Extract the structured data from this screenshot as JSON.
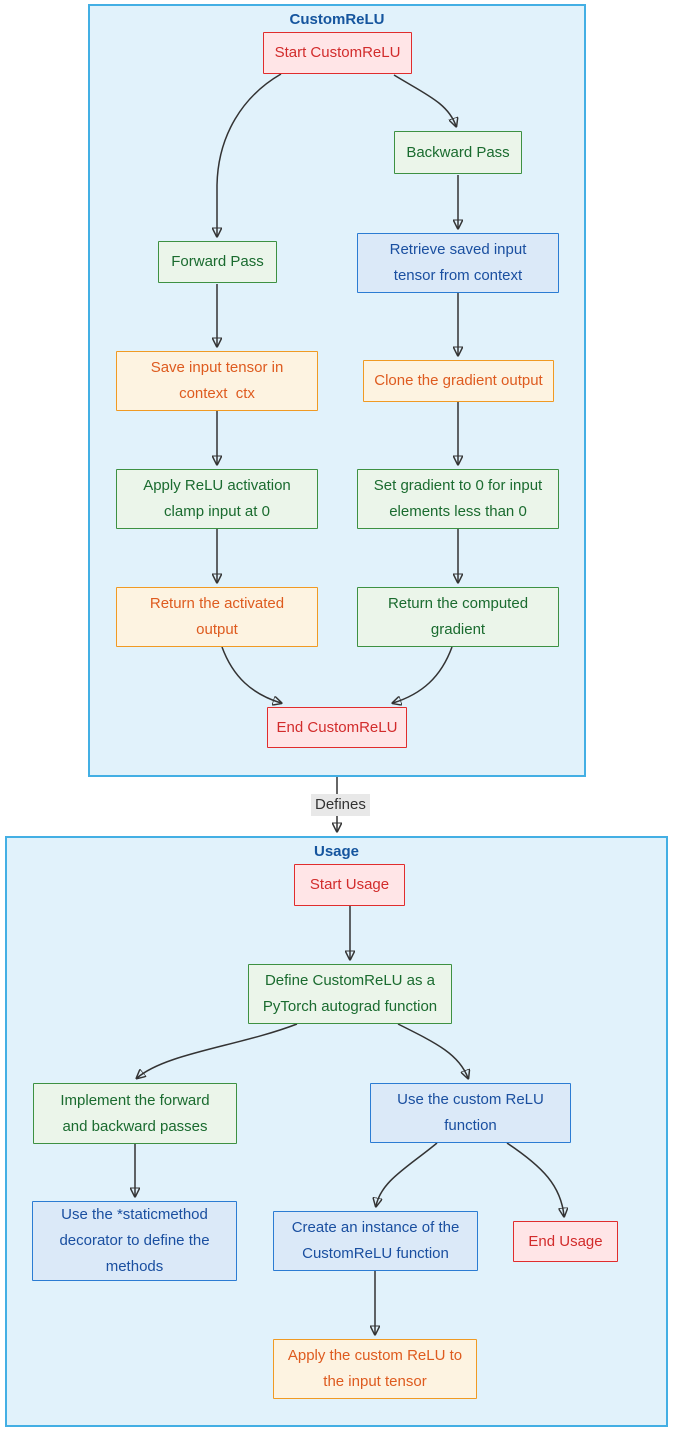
{
  "diagram": {
    "subgraphs": {
      "customrelu": {
        "title": "CustomReLU"
      },
      "usage": {
        "title": "Usage"
      }
    },
    "edge_label": "Defines",
    "nodes": {
      "start_customrelu": {
        "label": "Start CustomReLU",
        "type": "red"
      },
      "backward_pass": {
        "label": "Backward Pass",
        "type": "green"
      },
      "forward_pass": {
        "label": "Forward Pass",
        "type": "green"
      },
      "retrieve_saved": {
        "label": [
          "Retrieve saved input",
          "tensor from context"
        ],
        "type": "blue"
      },
      "save_input": {
        "label": [
          "Save input tensor in",
          "context  ctx"
        ],
        "type": "orange"
      },
      "clone_gradient": {
        "label": "Clone the gradient output",
        "type": "orange"
      },
      "apply_relu": {
        "label": [
          "Apply ReLU activation",
          "clamp input at 0"
        ],
        "type": "green"
      },
      "set_gradient": {
        "label": [
          "Set gradient to 0 for input",
          "elements less than 0"
        ],
        "type": "green"
      },
      "return_activated": {
        "label": [
          "Return the activated",
          "output"
        ],
        "type": "orange"
      },
      "return_gradient": {
        "label": [
          "Return the computed",
          "gradient"
        ],
        "type": "green"
      },
      "end_customrelu": {
        "label": "End CustomReLU",
        "type": "red"
      },
      "start_usage": {
        "label": "Start Usage",
        "type": "red"
      },
      "define_customrelu": {
        "label": [
          "Define CustomReLU as a",
          "PyTorch autograd function"
        ],
        "type": "green"
      },
      "implement_passes": {
        "label": [
          "Implement the forward",
          "and backward passes"
        ],
        "type": "green"
      },
      "use_custom_relu": {
        "label": [
          "Use the custom ReLU",
          "function"
        ],
        "type": "blue"
      },
      "use_staticmethod": {
        "label": [
          "Use the *staticmethod",
          "decorator to define the",
          "methods"
        ],
        "type": "blue"
      },
      "create_instance": {
        "label": [
          "Create an instance of the",
          "CustomReLU function"
        ],
        "type": "blue"
      },
      "end_usage": {
        "label": "End Usage",
        "type": "red"
      },
      "apply_custom_relu": {
        "label": [
          "Apply the custom ReLU to",
          "the input tensor"
        ],
        "type": "orange"
      }
    },
    "colors": {
      "subgraph_fill": "#e1f2fb",
      "subgraph_border": "#43afe4",
      "title_text": "#15559e",
      "edge_line": "#333333",
      "edge_label_bg": "#e8e8e8",
      "red_fill": "#ffe5e7",
      "red_border": "#e02d2d",
      "red_text": "#d22c2c",
      "green_fill": "#ebf5ea",
      "green_border": "#3d9142",
      "green_text": "#1a6b2f",
      "blue_fill": "#dbe9f8",
      "blue_border": "#2b7cd3",
      "blue_text": "#1a4fa0",
      "orange_fill": "#fdf3e1",
      "orange_border": "#f09a23",
      "orange_text": "#de5b1f"
    }
  }
}
